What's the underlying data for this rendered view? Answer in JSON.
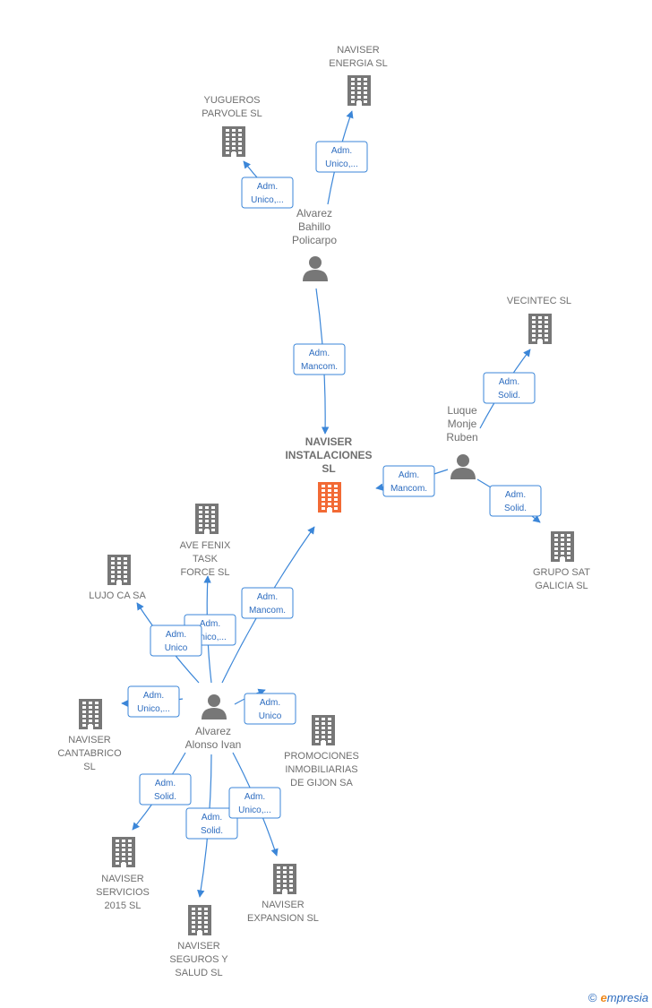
{
  "colors": {
    "edge": "#3b86d8",
    "company": "#777777",
    "center": "#f26a35",
    "person": "#777777"
  },
  "nodes": [
    {
      "id": "center",
      "kind": "company-main",
      "lines": [
        "NAVISER",
        "INSTALACIONES",
        "SL"
      ]
    },
    {
      "id": "energia",
      "kind": "company",
      "lines": [
        "NAVISER",
        "ENERGIA  SL"
      ]
    },
    {
      "id": "yugueros",
      "kind": "company",
      "lines": [
        "YUGUEROS",
        "PARVOLE  SL"
      ]
    },
    {
      "id": "vecintec",
      "kind": "company",
      "lines": [
        "VECINTEC  SL"
      ]
    },
    {
      "id": "grupo",
      "kind": "company",
      "lines": [
        "GRUPO SAT",
        "GALICIA SL"
      ]
    },
    {
      "id": "avefenix",
      "kind": "company",
      "lines": [
        "AVE FENIX",
        "TASK",
        "FORCE  SL"
      ]
    },
    {
      "id": "lujo",
      "kind": "company",
      "lines": [
        "LUJO CA SA"
      ]
    },
    {
      "id": "cantabrico",
      "kind": "company",
      "lines": [
        "NAVISER",
        "CANTABRICO",
        "SL"
      ]
    },
    {
      "id": "promociones",
      "kind": "company",
      "lines": [
        "PROMOCIONES",
        "INMOBILIARIAS",
        "DE GIJON SA"
      ]
    },
    {
      "id": "servicios",
      "kind": "company",
      "lines": [
        "NAVISER",
        "SERVICIOS",
        "2015  SL"
      ]
    },
    {
      "id": "seguros",
      "kind": "company",
      "lines": [
        "NAVISER",
        "SEGUROS Y",
        "SALUD  SL"
      ]
    },
    {
      "id": "expansion",
      "kind": "company",
      "lines": [
        "NAVISER",
        "EXPANSION  SL"
      ]
    },
    {
      "id": "bahillo",
      "kind": "person",
      "lines": [
        "Alvarez",
        "Bahillo",
        "Policarpo"
      ]
    },
    {
      "id": "luque",
      "kind": "person",
      "lines": [
        "Luque",
        "Monje",
        "Ruben"
      ]
    },
    {
      "id": "alonso",
      "kind": "person",
      "lines": [
        "Alvarez",
        "Alonso Ivan"
      ]
    }
  ],
  "edges": [
    {
      "from": "bahillo",
      "to": "energia",
      "lines": [
        "Adm.",
        "Unico,..."
      ]
    },
    {
      "from": "bahillo",
      "to": "yugueros",
      "lines": [
        "Adm.",
        "Unico,..."
      ]
    },
    {
      "from": "bahillo",
      "to": "center",
      "lines": [
        "Adm.",
        "Mancom."
      ]
    },
    {
      "from": "luque",
      "to": "vecintec",
      "lines": [
        "Adm.",
        "Solid."
      ]
    },
    {
      "from": "luque",
      "to": "center",
      "lines": [
        "Adm.",
        "Mancom."
      ]
    },
    {
      "from": "luque",
      "to": "grupo",
      "lines": [
        "Adm.",
        "Solid."
      ]
    },
    {
      "from": "alonso",
      "to": "center",
      "lines": [
        "Adm.",
        "Mancom."
      ]
    },
    {
      "from": "alonso",
      "to": "avefenix",
      "lines": [
        "Adm.",
        "Unico,..."
      ]
    },
    {
      "from": "alonso",
      "to": "lujo",
      "lines": [
        "Adm.",
        "Unico"
      ]
    },
    {
      "from": "alonso",
      "to": "cantabrico",
      "lines": [
        "Adm.",
        "Unico,..."
      ]
    },
    {
      "from": "alonso",
      "to": "promociones",
      "lines": [
        "Adm.",
        "Unico"
      ]
    },
    {
      "from": "alonso",
      "to": "servicios",
      "lines": [
        "Adm.",
        "Solid."
      ]
    },
    {
      "from": "alonso",
      "to": "seguros",
      "lines": [
        "Adm.",
        "Solid."
      ]
    },
    {
      "from": "alonso",
      "to": "expansion",
      "lines": [
        "Adm.",
        "Unico,..."
      ]
    }
  ],
  "footer": {
    "copyright": "©",
    "brand_initial": "e",
    "brand_rest": "mpresia"
  }
}
